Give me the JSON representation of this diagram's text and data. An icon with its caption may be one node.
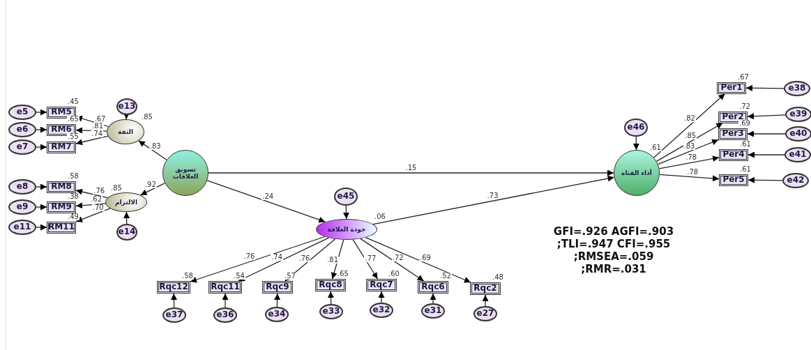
{
  "diagram": {
    "nodes": [
      {
        "text": [
          "e5"
        ]
      },
      {
        "text": [
          "RM5"
        ],
        "beside": [
          ".45"
        ]
      },
      {
        "text": [
          "e6"
        ]
      },
      {
        "text": [
          "RM6"
        ],
        "beside": [
          ".65"
        ]
      },
      {
        "text": [
          "e7"
        ]
      },
      {
        "text": [
          "RM7"
        ],
        "beside": [
          ".55"
        ]
      },
      {
        "text": [
          "e13"
        ]
      },
      {
        "text": [
          "الثقة"
        ],
        "beside": [
          ".85"
        ]
      },
      {
        "text": [
          "تسويق العلاقات"
        ]
      },
      {
        "text": [
          "e8"
        ]
      },
      {
        "text": [
          "RM8"
        ],
        "beside": [
          ".58"
        ]
      },
      {
        "text": [
          "e9"
        ]
      },
      {
        "text": [
          "RM9"
        ],
        "beside": [
          ".38"
        ]
      },
      {
        "text": [
          "e11"
        ]
      },
      {
        "text": [
          "RM11"
        ],
        "beside": [
          ".49"
        ]
      },
      {
        "text": [
          "الالتزام"
        ],
        "beside": [
          ".85"
        ]
      },
      {
        "text": [
          "e14"
        ]
      },
      {
        "text": [
          "e45"
        ]
      },
      {
        "text": [
          "جودة العلاقة"
        ],
        "beside": [
          ".06"
        ]
      },
      {
        "text": [
          "Rqc12"
        ],
        "beside": [
          ".58"
        ]
      },
      {
        "text": [
          "Rqc11"
        ],
        "beside": [
          ".54"
        ]
      },
      {
        "text": [
          "Rqc9"
        ],
        "beside": [
          ".57"
        ]
      },
      {
        "text": [
          "Rqc8"
        ],
        "beside": [
          ".65"
        ]
      },
      {
        "text": [
          "Rqc7"
        ],
        "beside": [
          ".60"
        ]
      },
      {
        "text": [
          "Rqc6"
        ],
        "beside": [
          ".52"
        ]
      },
      {
        "text": [
          "Rqc2"
        ],
        "beside": [
          ".48"
        ]
      },
      {
        "text": [
          "e37"
        ]
      },
      {
        "text": [
          "e36"
        ]
      },
      {
        "text": [
          "e34"
        ]
      },
      {
        "text": [
          "e33"
        ]
      },
      {
        "text": [
          "e32"
        ]
      },
      {
        "text": [
          "e31"
        ]
      },
      {
        "text": [
          "e27"
        ]
      },
      {
        "text": [
          "e46"
        ]
      },
      {
        "text": [
          "أداء القناة"
        ],
        "beside": [
          ".61"
        ]
      },
      {
        "text": [
          "Per1"
        ],
        "beside": [
          ".67"
        ]
      },
      {
        "text": [
          "Per2"
        ],
        "beside": [
          ".72"
        ]
      },
      {
        "text": [
          "Per3"
        ],
        "beside": [
          ".69"
        ]
      },
      {
        "text": [
          "Per4"
        ],
        "beside": [
          ".61"
        ]
      },
      {
        "text": [
          "Per5"
        ],
        "beside": [
          ".61"
        ]
      },
      {
        "text": [
          "e38"
        ]
      },
      {
        "text": [
          "e39"
        ]
      },
      {
        "text": [
          "e40"
        ]
      },
      {
        "text": [
          "e41"
        ]
      },
      {
        "text": [
          "e42"
        ]
      }
    ],
    "edges": [
      {
        "from": 0,
        "to": 1,
        "arrow": "to"
      },
      {
        "from": 2,
        "to": 3,
        "arrow": "to"
      },
      {
        "from": 4,
        "to": 5,
        "arrow": "to"
      },
      {
        "from": 7,
        "to": 1,
        "arrow": "to",
        "label": ".67"
      },
      {
        "from": 7,
        "to": 3,
        "arrow": "to",
        "label": ".81"
      },
      {
        "from": 7,
        "to": 5,
        "arrow": "to",
        "label": ".74"
      },
      {
        "from": 6,
        "to": 7,
        "arrow": "to"
      },
      {
        "from": 8,
        "to": 7,
        "arrow": "to",
        "label": ".83"
      },
      {
        "from": 9,
        "to": 10,
        "arrow": "to"
      },
      {
        "from": 11,
        "to": 12,
        "arrow": "to"
      },
      {
        "from": 13,
        "to": 14,
        "arrow": "to"
      },
      {
        "from": 15,
        "to": 10,
        "arrow": "to",
        "label": ".76"
      },
      {
        "from": 15,
        "to": 12,
        "arrow": "to",
        "label": ".62"
      },
      {
        "from": 15,
        "to": 14,
        "arrow": "to",
        "label": ".70"
      },
      {
        "from": 16,
        "to": 15,
        "arrow": "to"
      },
      {
        "from": 8,
        "to": 15,
        "arrow": "to",
        "label": ".92"
      },
      {
        "from": 8,
        "to": 34,
        "arrow": "to",
        "label": ".15"
      },
      {
        "from": 8,
        "to": 18,
        "arrow": "to",
        "label": ".24"
      },
      {
        "from": 18,
        "to": 34,
        "arrow": "to",
        "label": ".73"
      },
      {
        "from": 17,
        "to": 18,
        "arrow": "to"
      },
      {
        "from": 18,
        "to": 19,
        "arrow": "to",
        "label": ".76"
      },
      {
        "from": 18,
        "to": 20,
        "arrow": "to",
        "label": ".74"
      },
      {
        "from": 18,
        "to": 21,
        "arrow": "to",
        "label": ".76"
      },
      {
        "from": 18,
        "to": 22,
        "arrow": "to",
        "label": ".81"
      },
      {
        "from": 18,
        "to": 23,
        "arrow": "to",
        "label": ".77"
      },
      {
        "from": 18,
        "to": 24,
        "arrow": "to",
        "label": ".72"
      },
      {
        "from": 18,
        "to": 25,
        "arrow": "to",
        "label": ".69"
      },
      {
        "from": 26,
        "to": 19,
        "arrow": "to"
      },
      {
        "from": 27,
        "to": 20,
        "arrow": "to"
      },
      {
        "from": 28,
        "to": 21,
        "arrow": "to"
      },
      {
        "from": 29,
        "to": 22,
        "arrow": "to"
      },
      {
        "from": 30,
        "to": 23,
        "arrow": "to"
      },
      {
        "from": 31,
        "to": 24,
        "arrow": "to"
      },
      {
        "from": 32,
        "to": 25,
        "arrow": "to"
      },
      {
        "from": 33,
        "to": 34,
        "arrow": "to"
      },
      {
        "from": 34,
        "to": 35,
        "arrow": "to",
        "label": ".82"
      },
      {
        "from": 34,
        "to": 36,
        "arrow": "to",
        "label": ".85"
      },
      {
        "from": 34,
        "to": 37,
        "arrow": "to",
        "label": ".83"
      },
      {
        "from": 34,
        "to": 38,
        "arrow": "to",
        "label": ".78"
      },
      {
        "from": 34,
        "to": 39,
        "arrow": "to",
        "label": ".78"
      },
      {
        "from": 40,
        "to": 35,
        "arrow": "to"
      },
      {
        "from": 41,
        "to": 36,
        "arrow": "to"
      },
      {
        "from": 42,
        "to": 37,
        "arrow": "to"
      },
      {
        "from": 43,
        "to": 38,
        "arrow": "to"
      },
      {
        "from": 44,
        "to": 39,
        "arrow": "to"
      }
    ],
    "labels": [
      "GFI=.926 AGFI=.903",
      ";TLI=.947 CFI=.955",
      ";RMSEA=.059",
      ";RMR=.031"
    ]
  }
}
